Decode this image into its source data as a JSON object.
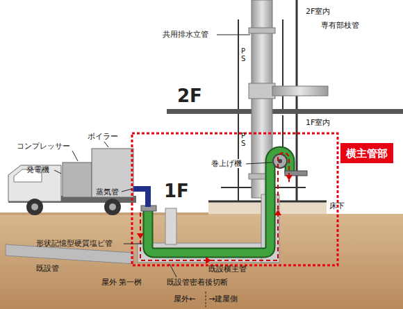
{
  "diagram": {
    "nodes": [
      {
        "text": [
          "横主管部"
        ]
      }
    ],
    "labels": [
      "2F室内",
      "共用排水立管",
      "専有部枝管",
      "PS",
      "PS",
      "2F",
      "1F室内",
      "巻上げ機",
      "1F",
      "床下",
      "コンプレッサー",
      "ボイラー",
      "発電機",
      "蒸気管",
      "形状記憶型硬質塩ビ管",
      "既設管",
      "既設横主管",
      "屋外 第一桝",
      "既設管密着後切断",
      "屋外←",
      "→建屋側"
    ]
  }
}
